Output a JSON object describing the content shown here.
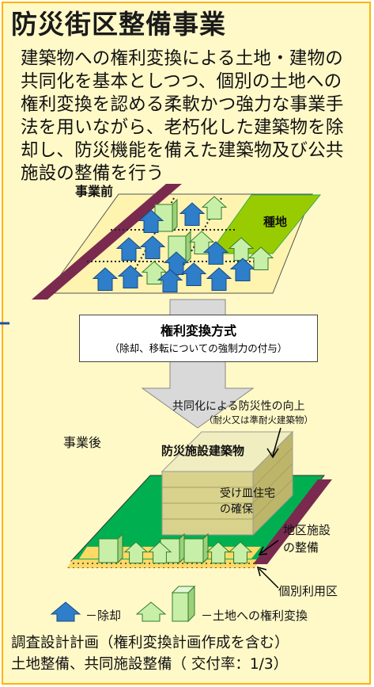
{
  "title": "防災街区整備事業",
  "description": "建築物への権利変換による土地・建物の共同化を基本としつつ、個別の土地への権利変換を認める柔軟かつ強力な事業手法を用いながら、老朽化した建築物を除却し、防災機能を備えた建築物及び公共施設の整備を行う",
  "before": {
    "label": "事業前",
    "seed_land": "種地"
  },
  "step": {
    "title": "権利変換方式",
    "note": "（除却、移転についての強制力の付与）"
  },
  "after": {
    "label": "事業後",
    "joint_title": "共同化による防災性の向上",
    "joint_note": "（耐火又は準耐火建築物）",
    "disaster_building": "防災施設建築物",
    "housing_1": "受け皿住宅",
    "housing_2": "の確保",
    "facility_1": "地区施設",
    "facility_2": "の整備",
    "individual": "個別利用区"
  },
  "legend": {
    "remove": "－除却",
    "convert": "－土地への権利変換"
  },
  "footer": {
    "line1": "調査設計計画（権利変換計画作成を含む）",
    "line2": "土地整備、共同施設整備（ 交付率：1/3）"
  },
  "colors": {
    "frame_bg": "#fff9c8",
    "frame_border": "#ffb400",
    "road": "#7a2a4f",
    "seed_land": "#99cc00",
    "plaza": "#00b050",
    "house_blue": "#2e7ec9",
    "house_green": "#c8efa8"
  }
}
